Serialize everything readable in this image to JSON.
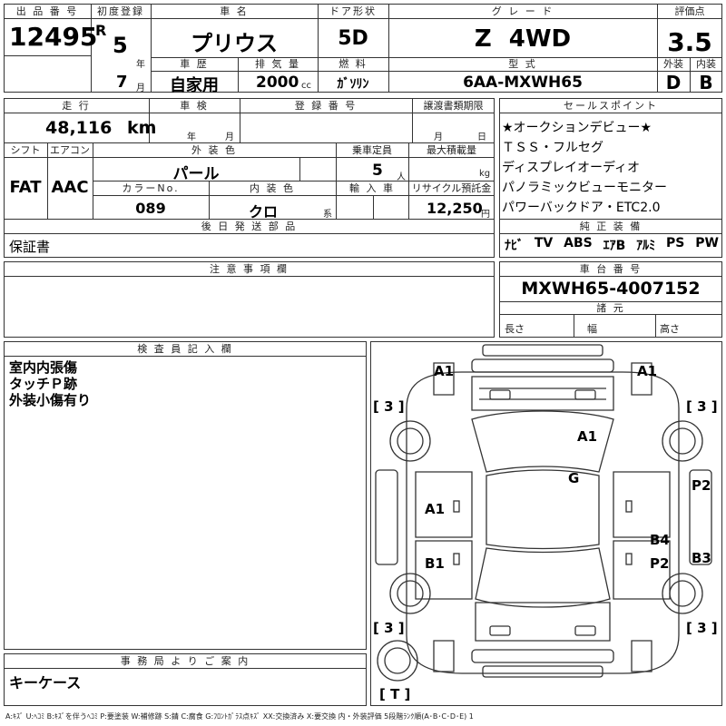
{
  "top": {
    "lot_label": "出 品 番 号",
    "lot_number": "12495",
    "first_reg_label": "初度登録",
    "era": "R",
    "reg_year": "5",
    "year_unit": "年",
    "reg_month": "7",
    "month_unit": "月",
    "car_name_label": "車 名",
    "car_name": "プリウス",
    "doors_label": "ドア形状",
    "doors": "5D",
    "grade_label": "グ レ ー ド",
    "grade": "Z 4WD",
    "score_label": "評価点",
    "score": "3.5",
    "history_label": "車 歴",
    "history": "自家用",
    "displacement_label": "排 気 量",
    "displacement": "2000",
    "cc": "cc",
    "fuel_label": "燃 料",
    "fuel": "ｶﾞｿﾘﾝ",
    "model_label": "型 式",
    "model": "6AA-MXWH65",
    "ext_label": "外装",
    "ext_grade": "D",
    "int_label": "内装",
    "int_grade": "B"
  },
  "mid": {
    "mileage_label": "走 行",
    "mileage": "48,116",
    "km": "km",
    "inspection_label": "車 検",
    "year_unit": "年",
    "month_unit": "月",
    "plate_label": "登 録 番 号",
    "transfer_label": "譲渡書類期限",
    "month_unit2": "月",
    "day_unit": "日",
    "shift_label": "シフト",
    "shift": "FAT",
    "ac_label": "エアコン",
    "ac": "AAC",
    "ext_color_label": "外 装 色",
    "ext_color": "パール",
    "seats_label": "乗車定員",
    "seats": "5",
    "seats_unit": "人",
    "load_label": "最大積載量",
    "load_unit": "kg",
    "color_no_label": "カラーNo.",
    "color_no": "089",
    "int_color_label": "内 装 色",
    "int_color": "クロ",
    "int_color_suffix": "系",
    "import_label": "輸 入 車",
    "recycle_label": "リサイクル預託金",
    "recycle": "12,250",
    "recycle_unit": "円",
    "later_label": "後 日 発 送 部 品",
    "later_item": "保証書"
  },
  "sales": {
    "label": "セールスポイント",
    "points": [
      "★オークションデビュー★",
      "ＴＳＳ・フルセグ",
      "ディスプレイオーディオ",
      "パノラミックビューモニター",
      "パワーバックドア・ETC2.0"
    ]
  },
  "equipment": {
    "label": "純 正 装 備",
    "items": [
      "ﾅﾋﾞ",
      "TV",
      "ABS",
      "ｴｱB",
      "ｱﾙﾐ",
      "PS",
      "PW"
    ]
  },
  "notes": {
    "label": "注 意 事 項 欄"
  },
  "chassis": {
    "label": "車 台 番 号",
    "number": "MXWH65-4007152",
    "spec_label": "諸 元",
    "length_label": "長さ",
    "width_label": "幅",
    "height_label": "高さ"
  },
  "inspector": {
    "label": "検 査 員 記 入 欄",
    "lines": [
      "室内内張傷",
      "タッチＰ跡",
      "外装小傷有り"
    ]
  },
  "office": {
    "label": "事 務 局 よ り ご 案 内",
    "text": "キーケース"
  },
  "diagram": {
    "marks": [
      "A1",
      "A1",
      "A1",
      "G",
      "A1",
      "B1",
      "B4",
      "P2",
      "P2",
      "B3"
    ],
    "brackets": [
      "[ 3 ]",
      "[ 3 ]",
      "[ 3 ]",
      "[ 3 ]",
      "[ T ]"
    ]
  },
  "legend": "A:ｷｽﾞ U:ﾍｺﾐ B:ｷｽﾞを伴うﾍｺﾐ P:要塗装 W:補修跡 S:錆 C:腐食 G:ﾌﾛﾝﾄｶﾞﾗｽ点ｷｽﾞ XX:交換済み X:要交換 内・外装評価 5段階ﾗﾝｸ順(A･B･C･D･E) 1"
}
